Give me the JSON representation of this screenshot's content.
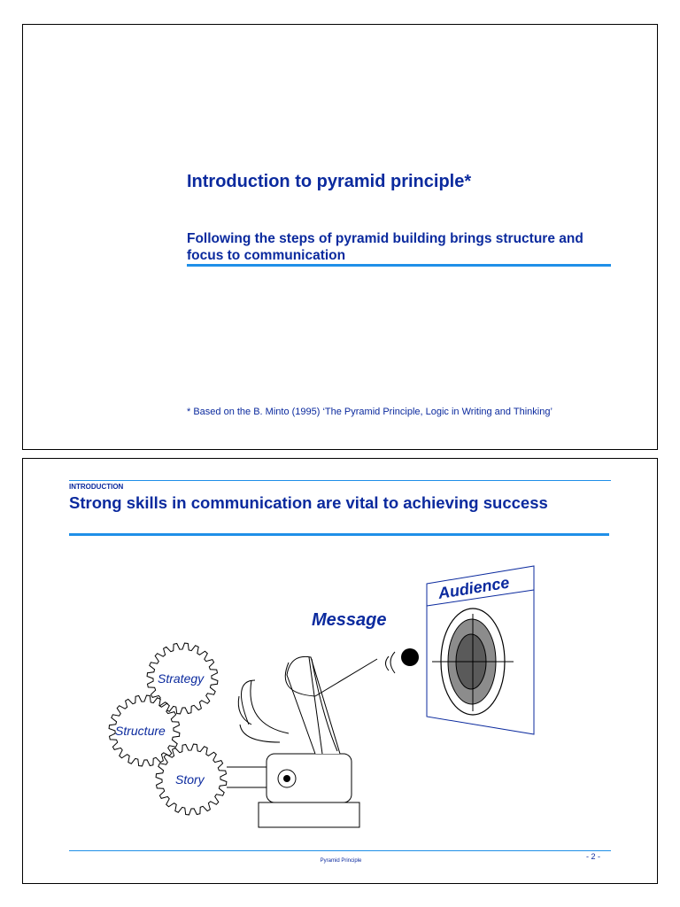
{
  "slide1": {
    "title": "Introduction to pyramid principle*",
    "subtitle": "Following the steps of pyramid building brings structure and focus to communication",
    "footnote": "* Based on the B. Minto (1995) ‘The Pyramid Principle, Logic in Writing and Thinking’"
  },
  "slide2": {
    "section": "INTRODUCTION",
    "title": "Strong skills in communication are vital to achieving success",
    "diagram": {
      "message_label": "Message",
      "audience_label": "Audience",
      "gears": [
        "Strategy",
        "Structure",
        "Story"
      ]
    },
    "footer": "Pyramid Principle",
    "page_number": "- 2 -"
  },
  "colors": {
    "text_blue": "#0b2a9e",
    "rule_blue": "#1f8fe8",
    "target_dark": "#5a5a5a",
    "target_mid": "#8c8c8c"
  }
}
